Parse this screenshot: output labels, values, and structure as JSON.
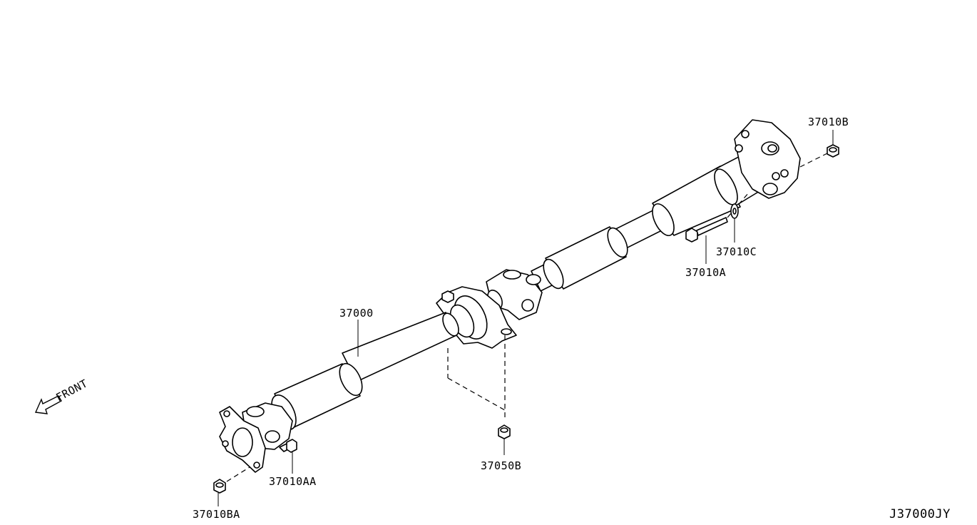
{
  "labels": {
    "propeller_shaft": "37000",
    "flange_nut_rear": "37010B",
    "washer": "37010C",
    "bolt": "37010A",
    "center_bearing_nut": "37050B",
    "front_bolt": "37010AA",
    "front_nut": "37010BA",
    "front_arrow": "FRONT",
    "diagram_code": "J37000JY"
  }
}
